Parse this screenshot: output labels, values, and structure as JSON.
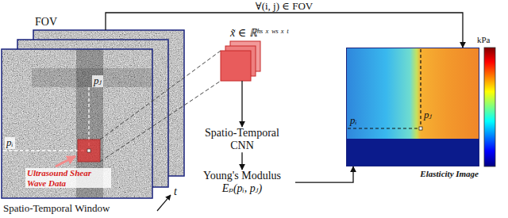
{
  "diagram": {
    "nodes": [
      {
        "text": [
          "FOV"
        ]
      },
      {
        "text": [
          "x̃ ∈ ℝʰˢ ˣ ʷˢ ˣ ᵗ"
        ]
      },
      {
        "text": [
          "Spatio-Temporal CNN"
        ]
      },
      {
        "text": [
          "Young's Modulus",
          "Eₚ(pᵢ, pⱼ)"
        ]
      },
      {
        "text": [
          "Elasticity Image"
        ]
      }
    ],
    "edges": [
      {
        "from": 0,
        "to": 4,
        "arrow": "to",
        "label": "∀(i, j) ∈ FOV"
      },
      {
        "from": 1,
        "to": 2,
        "arrow": "to"
      },
      {
        "from": 2,
        "to": 3,
        "arrow": "to"
      },
      {
        "from": 3,
        "to": 4,
        "arrow": "to"
      }
    ],
    "labels": [
      "pᵢ",
      "pⱼ",
      "Ultrasound Shear Wave Data",
      "Spatio-Temporal Window",
      "t",
      "kPa",
      "pᵢ",
      "pⱼ"
    ]
  }
}
